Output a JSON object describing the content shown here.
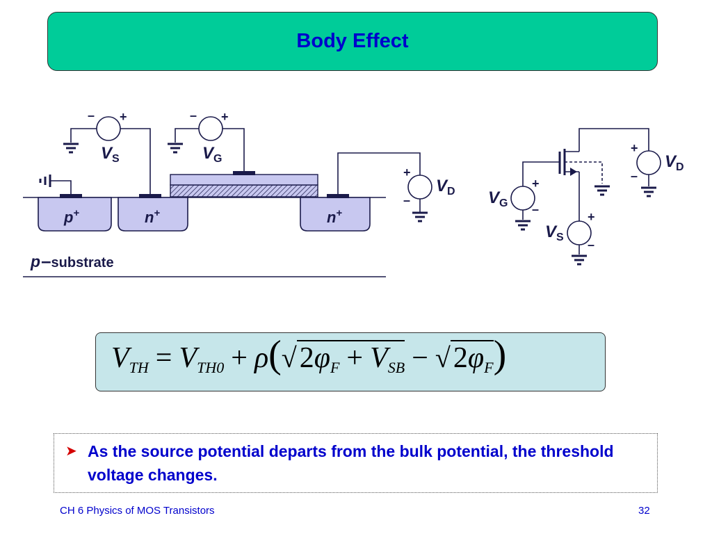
{
  "slide": {
    "title": "Body Effect",
    "labels": {
      "vs_main": "V",
      "vs_sub": "S",
      "vg_main": "V",
      "vg_sub": "G",
      "vd_main": "V",
      "vd_sub": "D",
      "p_plus": "p",
      "n_plus_1": "n",
      "n_plus_2": "n",
      "plus_sup": "+",
      "substrate_p": "p",
      "substrate_text": "substrate",
      "minus": "–",
      "plus": "+"
    },
    "formula": {
      "v": "V",
      "th": "TH",
      "th0": "TH0",
      "equals": "=",
      "plus": "+",
      "rho": "ρ",
      "two": "2",
      "phi": "φ",
      "f": "F",
      "sb": "SB",
      "minus": "−",
      "lparen": "(",
      "rparen": ")",
      "sqrt": "√"
    },
    "note": "As the source potential departs from the bulk potential, the threshold voltage changes.",
    "footer_left": "CH 6  Physics of MOS Transistors",
    "footer_right": "32"
  },
  "colors": {
    "title_bg": "#00cc99",
    "title_text": "#0000cc",
    "well_fill": "#c8c8f0",
    "wire": "#1a1a4a",
    "formula_bg": "#c6e6ea",
    "bullet": "#d40000"
  }
}
